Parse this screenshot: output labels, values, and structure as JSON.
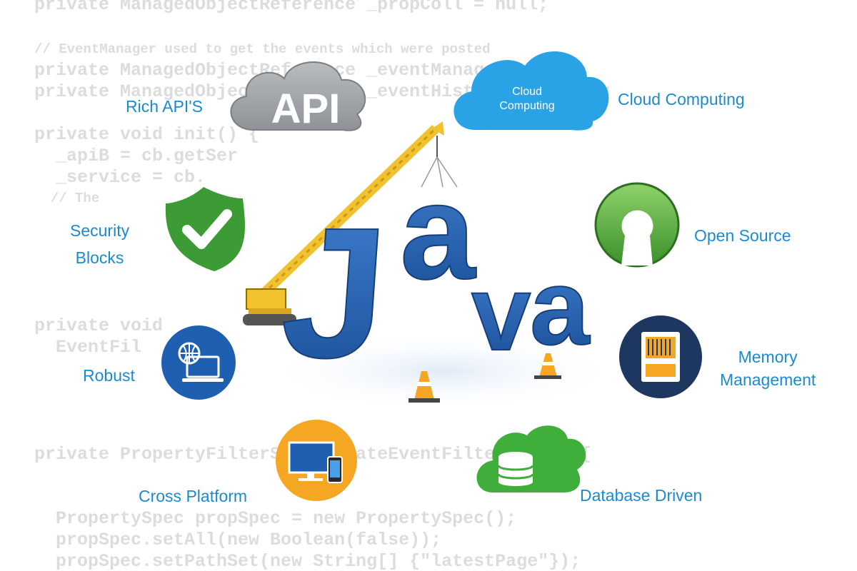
{
  "background_code": [
    "private ManagedObjectReference _propColl = null;",
    "// EventManager used to get the events which were posted",
    "private ManagedObjectReference _eventManager;",
    "private ManagedObjectReference _eventHistoryCollector;",
    "private void init() {",
    "  _apiB = cb.getSer",
    "  _service = cb.",
    "  // The ",
    "private void ",
    "  EventFil",
    "private PropertyFilterSpec createEventFilterSpec() {",
    "  PropertySpec propSpec = new PropertySpec();",
    "  propSpec.setAll(new Boolean(false));",
    "  propSpec.setPathSet(new String[] {\"latestPage\"});"
  ],
  "api_cloud_text": "API",
  "cloud_computing_icon_text": [
    "Cloud",
    "Computing"
  ],
  "java_letters": [
    "J",
    "a",
    "v",
    "a"
  ],
  "features": [
    {
      "label": "Rich API'S",
      "icon": "api-cloud-icon"
    },
    {
      "label": "Cloud Computing",
      "icon": "cloud-icon"
    },
    {
      "label": "Security Blocks",
      "lines": [
        "Security",
        "Blocks"
      ],
      "icon": "shield-check-icon"
    },
    {
      "label": "Open Source",
      "icon": "open-source-icon"
    },
    {
      "label": "Robust",
      "icon": "globe-laptop-icon"
    },
    {
      "label": "Memory Management",
      "lines": [
        "Memory",
        "Management"
      ],
      "icon": "memory-card-icon"
    },
    {
      "label": "Cross Platform",
      "icon": "devices-icon"
    },
    {
      "label": "Database Driven",
      "icon": "database-cloud-icon"
    }
  ],
  "colors": {
    "label_blue": "#1b8ad1",
    "java_blue": "#1f5fb0",
    "shield_green": "#3d9b35",
    "crane_yellow": "#f2c12e",
    "circle_navy": "#1e3760",
    "circle_blue": "#1f5fb2",
    "circle_orange": "#f5a623",
    "code_gray": "#dcdcdc"
  }
}
